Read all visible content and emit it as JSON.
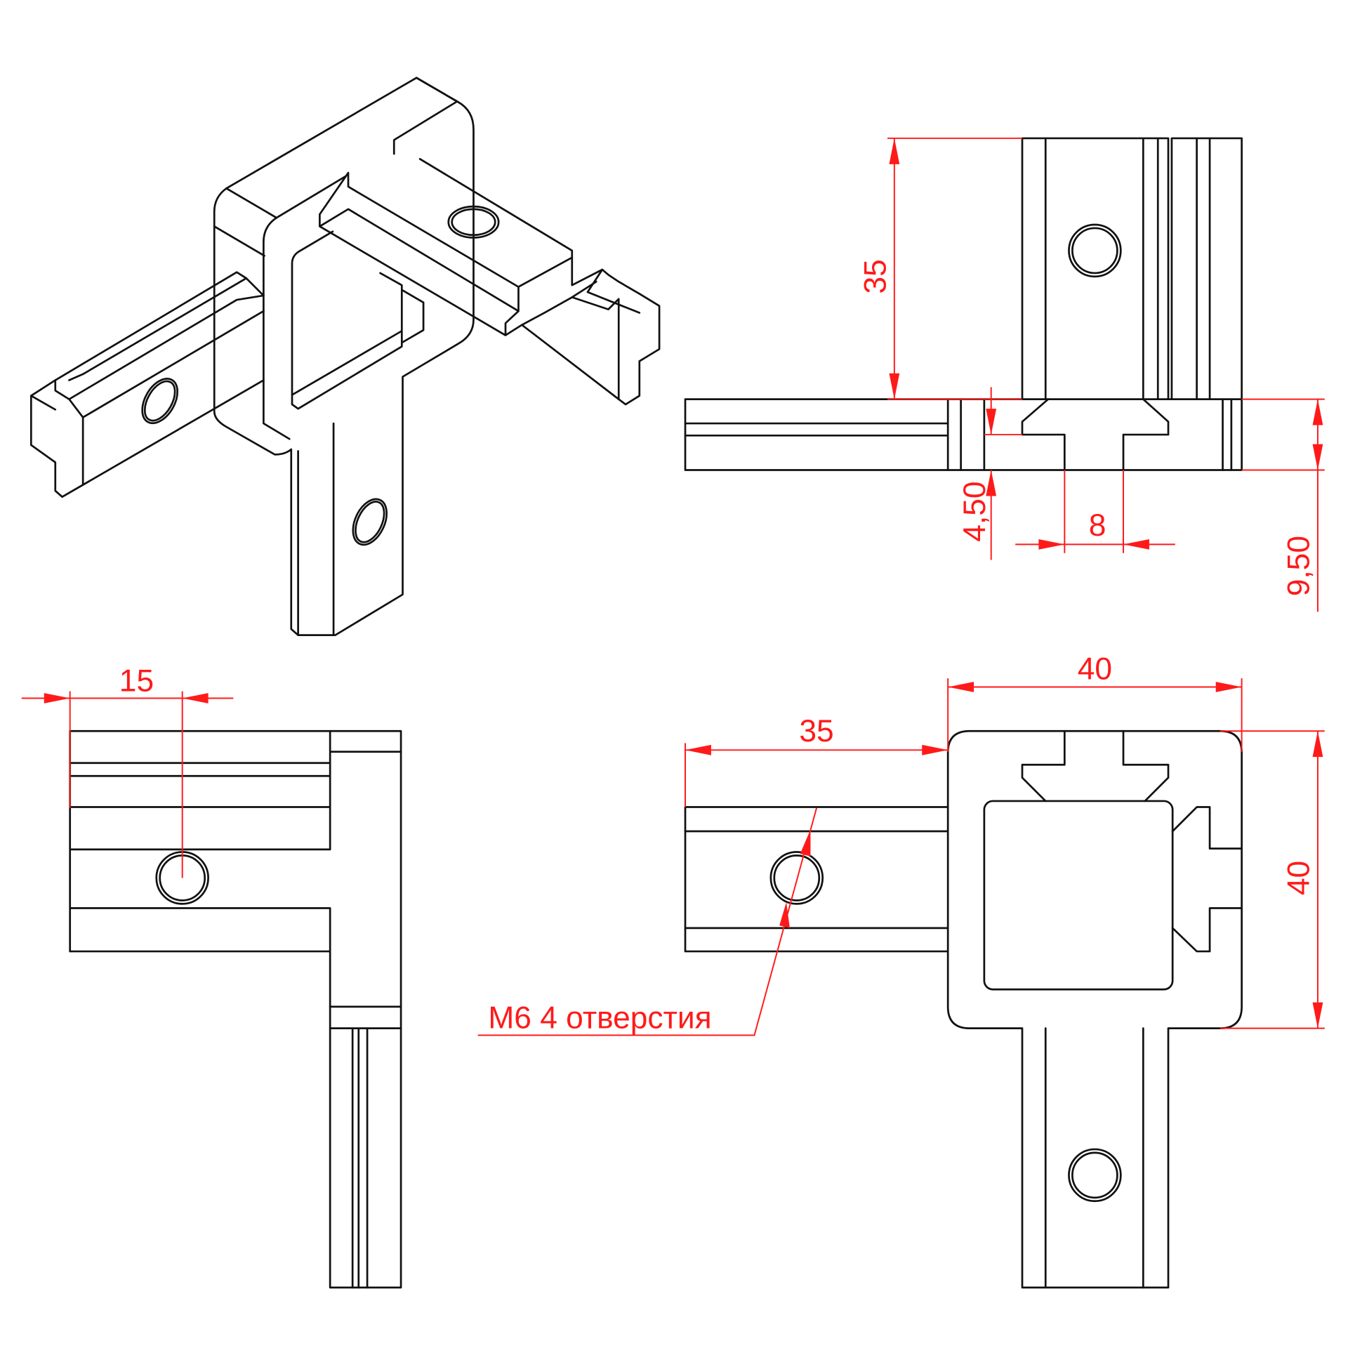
{
  "drawing": {
    "title": "Corner connector technical drawing",
    "colors": {
      "lines": "#111111",
      "dimensions": "#ff1a1a",
      "background": "#ffffff"
    },
    "side_view": {
      "dim_height": "35",
      "dim_slot_depth": "4,50",
      "dim_slot_width": "8",
      "dim_base_thickness": "9,50"
    },
    "left_view": {
      "dim_hole_offset": "15"
    },
    "top_view": {
      "dim_width": "40",
      "dim_arm_length": "35",
      "dim_height": "40",
      "hole_note": "M6 4 отверстия"
    }
  }
}
